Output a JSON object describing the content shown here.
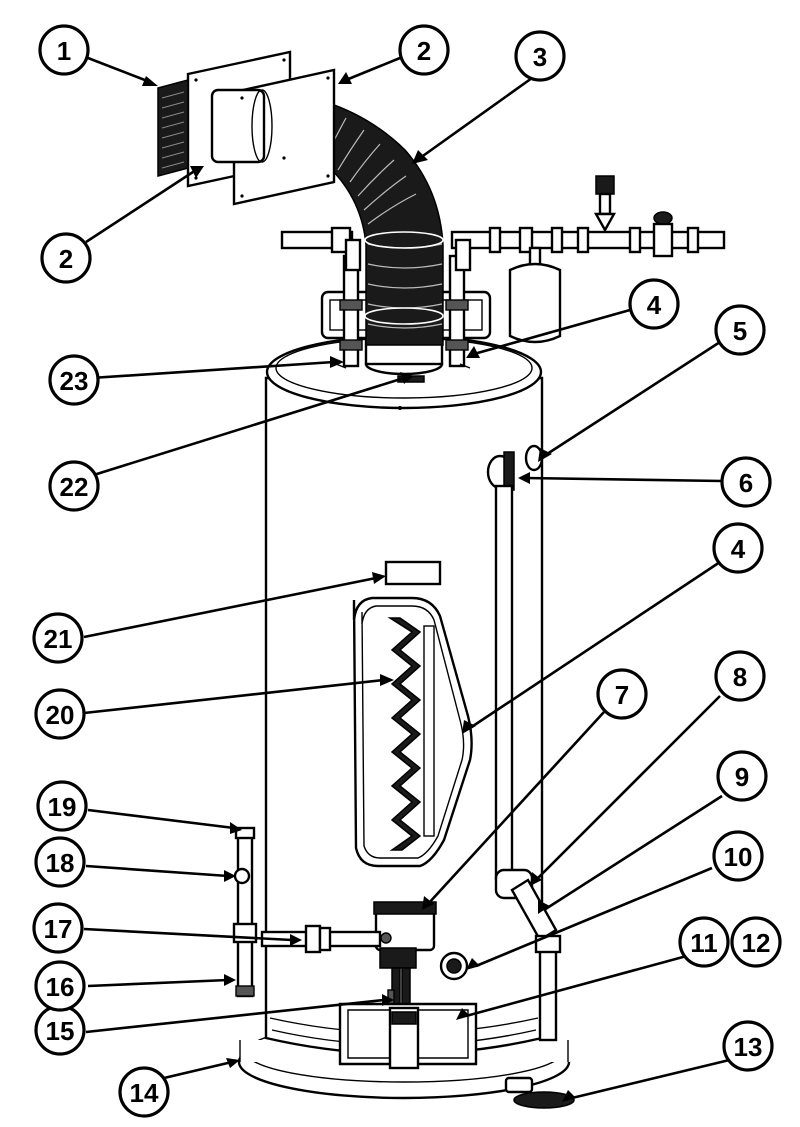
{
  "callouts": [
    {
      "id": "c1",
      "label": "1"
    },
    {
      "id": "c2a",
      "label": "2"
    },
    {
      "id": "c2b",
      "label": "2"
    },
    {
      "id": "c3",
      "label": "3"
    },
    {
      "id": "c4a",
      "label": "4"
    },
    {
      "id": "c4b",
      "label": "4"
    },
    {
      "id": "c5",
      "label": "5"
    },
    {
      "id": "c6",
      "label": "6"
    },
    {
      "id": "c7",
      "label": "7"
    },
    {
      "id": "c8",
      "label": "8"
    },
    {
      "id": "c9",
      "label": "9"
    },
    {
      "id": "c10",
      "label": "10"
    },
    {
      "id": "c11",
      "label": "11"
    },
    {
      "id": "c12",
      "label": "12"
    },
    {
      "id": "c13",
      "label": "13"
    },
    {
      "id": "c14",
      "label": "14"
    },
    {
      "id": "c15",
      "label": "15"
    },
    {
      "id": "c16",
      "label": "16"
    },
    {
      "id": "c17",
      "label": "17"
    },
    {
      "id": "c18",
      "label": "18"
    },
    {
      "id": "c19",
      "label": "19"
    },
    {
      "id": "c20",
      "label": "20"
    },
    {
      "id": "c21",
      "label": "21"
    },
    {
      "id": "c22",
      "label": "22"
    },
    {
      "id": "c23",
      "label": "23"
    }
  ]
}
